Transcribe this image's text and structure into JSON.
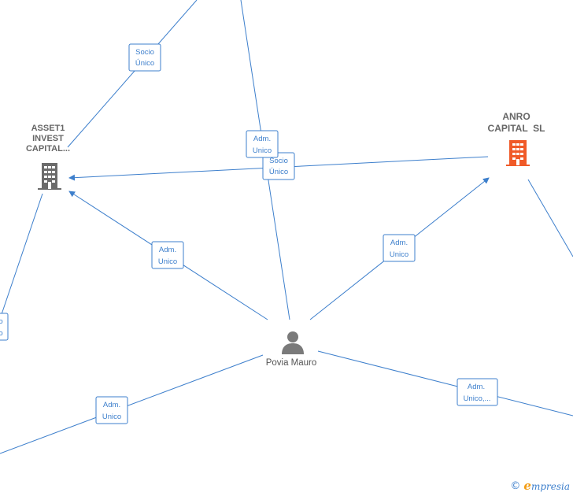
{
  "nodes": {
    "asset1": {
      "lines": [
        "ASSET1",
        "INVEST",
        "CAPITAL..."
      ]
    },
    "anro": {
      "lines": [
        "ANRO",
        "CAPITAL  SL"
      ]
    },
    "person": {
      "name": "Povia Mauro"
    }
  },
  "edge_labels": {
    "socio_unico_top": [
      "Socio",
      "Único"
    ],
    "adm_unico_center": [
      "Adm.",
      "Unico"
    ],
    "socio_unico_center": [
      "Socio",
      "Único"
    ],
    "adm_unico_left": [
      "Adm.",
      "Unico"
    ],
    "adm_unico_right": [
      "Adm.",
      "Unico"
    ],
    "adm_unico_bottom_left": [
      "Adm.",
      "Unico"
    ],
    "adm_unico_bottom_right": [
      "Adm.",
      "Unico,..."
    ],
    "left_edge_partial": [
      "o",
      "o"
    ]
  },
  "colors": {
    "edge": "#3d7fcc",
    "company_gray": "#6b6b6b",
    "company_active": "#f05a28",
    "person_gray": "#7a7a7a"
  },
  "icons": {
    "company": "building-icon",
    "person": "person-icon"
  },
  "brand": {
    "copyright": "©",
    "name": "mpresia",
    "initial": "e"
  }
}
